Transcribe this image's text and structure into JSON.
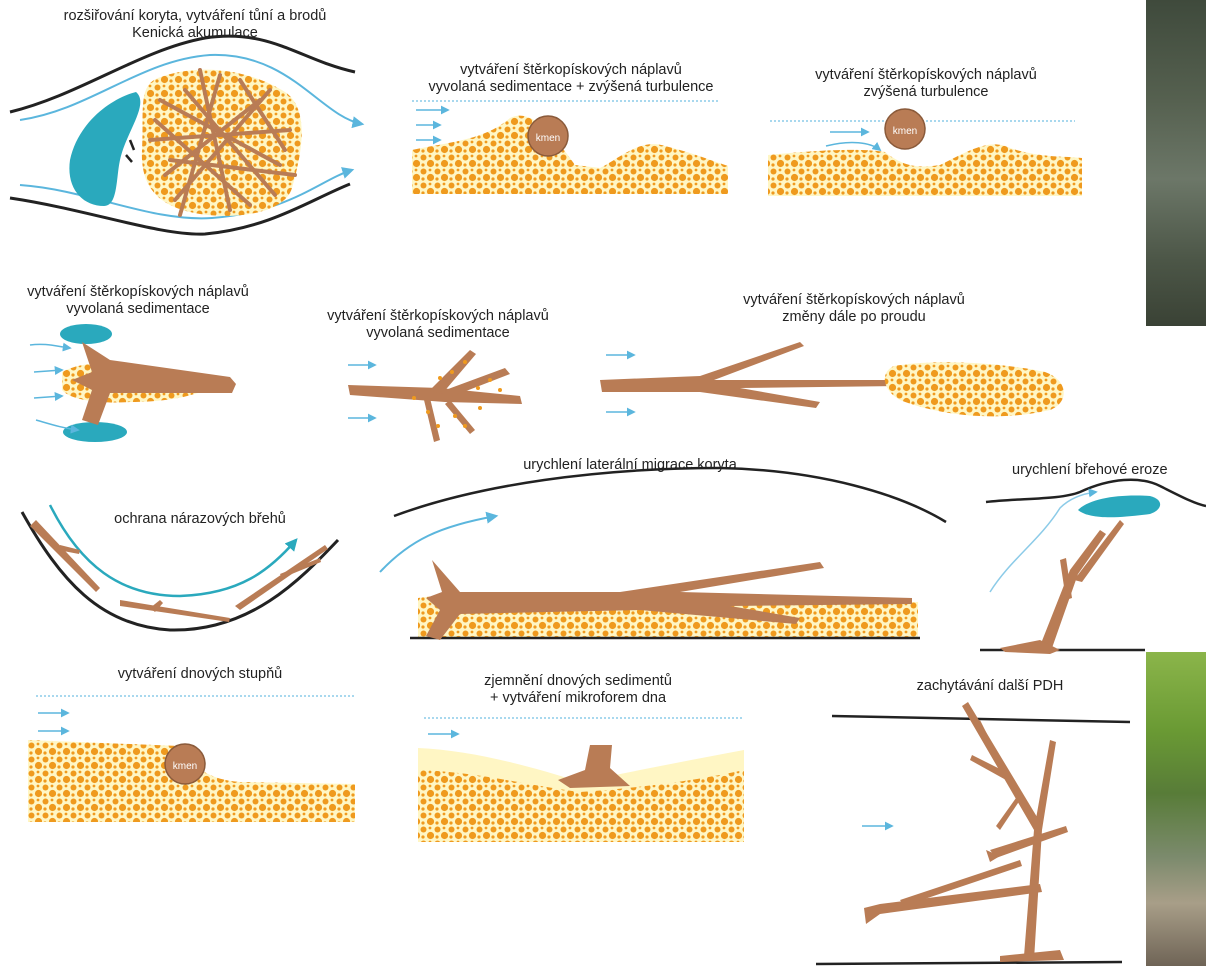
{
  "labels": {
    "p1_line1": "rozšiřování koryta, vytváření tůní a brodů",
    "p1_line2": "Kenická akumulace",
    "p2_line1": "vytváření štěrkopískových náplavů",
    "p2_line2": "vyvolaná sedimentace + zvýšená turbulence",
    "p3_line1": "vytváření štěrkopískových náplavů",
    "p3_line2": "zvýšená turbulence",
    "p4_line1": "vytváření štěrkopískových náplavů",
    "p4_line2": "vyvolaná sedimentace",
    "p5_line1": "vytváření štěrkopískových náplavů",
    "p5_line2": "vyvolaná sedimentace",
    "p6_line1": "vytváření štěrkopískových náplavů",
    "p6_line2": "změny dále po proudu",
    "p7": "ochrana nárazových břehů",
    "p8": "urychlení laterální migrace koryta",
    "p9": "urychlení břehové eroze",
    "p10": "vytváření dnových stupňů",
    "p11_line1": "zjemnění dnových sedimentů",
    "p11_line2": "+ vytváření mikroforem dna",
    "p12": "zachytávání další PDH"
  },
  "trunk_label": "kmen",
  "colors": {
    "wood": "#b97c55",
    "gravel": "#ef9a1e",
    "sand": "#fff6c4",
    "water_blue": "#5bb6dd",
    "pool_teal": "#2aa9bd",
    "outline": "#222222"
  }
}
